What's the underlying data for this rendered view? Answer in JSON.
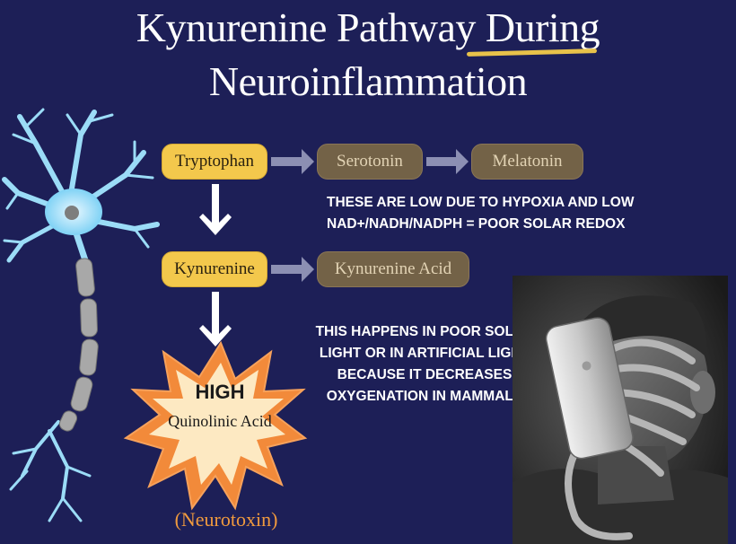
{
  "title": {
    "line1": "Kynurenine Pathway During",
    "line2": "Neuroinflammation"
  },
  "nodes": {
    "tryptophan": "Tryptophan",
    "serotonin": "Serotonin",
    "melatonin": "Melatonin",
    "kynurenine": "Kynurenine",
    "kynurenine_acid": "Kynurenine Acid"
  },
  "burst": {
    "high": "HIGH",
    "label": "Quinolinic Acid",
    "sublabel": "(Neurotoxin)"
  },
  "notes": {
    "redox": "THESE ARE LOW DUE TO HYPOXIA AND LOW NAD+/NADH/NADPH = POOR SOLAR REDOX",
    "light": "THIS HAPPENS IN POOR SOLAR LIGHT OR IN ARTIFICIAL LIGHT BECAUSE IT DECREASES OXYGENATION IN MAMMALS"
  },
  "colors": {
    "background": "#1d1f57",
    "gold_node": "#f3c84c",
    "brown_node": "#736247",
    "burst_outer": "#f28a3a",
    "burst_inner": "#fde9c2",
    "neurotoxin_text": "#f09a3e",
    "underline": "#e8c24a"
  },
  "icons": {
    "neuron": "neuron-illustration",
    "photo": "phone-face-artwork"
  }
}
